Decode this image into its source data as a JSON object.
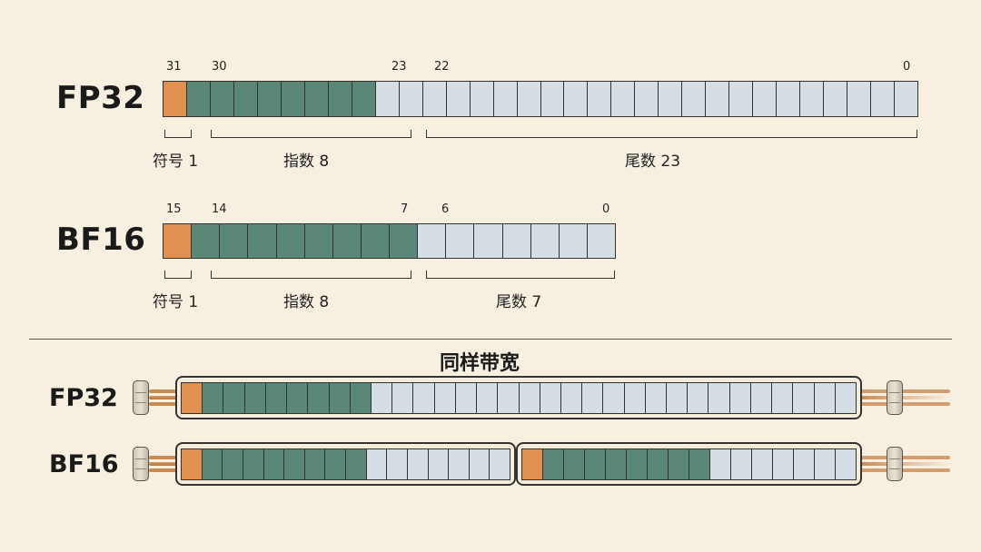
{
  "fp32": {
    "name": "FP32",
    "bit_numbers": [
      "31",
      "30",
      "23",
      "22",
      "0"
    ],
    "sign_label": "符号 1",
    "exponent_label": "指数 8",
    "mantissa_label": "尾数 23",
    "sign_bits": 1,
    "exponent_bits": 8,
    "mantissa_bits": 23
  },
  "bf16": {
    "name": "BF16",
    "bit_numbers": [
      "15",
      "14",
      "7",
      "6",
      "0"
    ],
    "sign_label": "符号 1",
    "exponent_label": "指数 8",
    "mantissa_label": "尾数 7",
    "sign_bits": 1,
    "exponent_bits": 8,
    "mantissa_bits": 7
  },
  "bandwidth": {
    "title": "同样带宽",
    "row1_label": "FP32",
    "row2_label": "BF16",
    "fp32_values_per_bus": 1,
    "bf16_values_per_bus": 2
  },
  "colors": {
    "sign": "#e1904f",
    "exponent": "#5b8778",
    "mantissa": "#d5dde5",
    "background": "#f7f0e1",
    "wire": "#c98a52"
  }
}
